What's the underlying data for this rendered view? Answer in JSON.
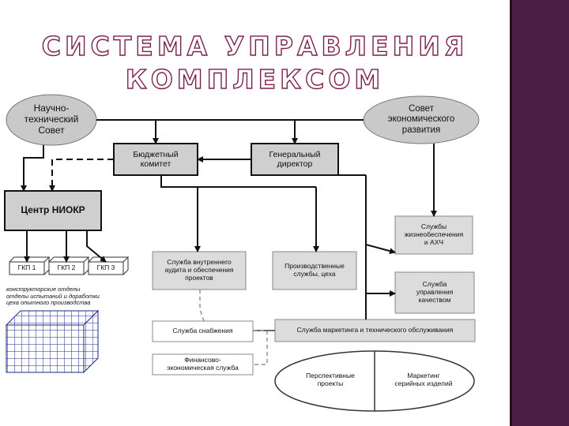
{
  "title": {
    "line1": "СИСТЕМА УПРАВЛЕНИЯ",
    "line2": "КОМПЛЕКСОМ"
  },
  "nodes": {
    "nts": "Научно-\nтехнический\nСовет",
    "ser": "Совет\nэкономического\nразвития",
    "budget": "Бюджетный\nкомитет",
    "gendir": "Генеральный\nдиректор",
    "niokr": "Центр НИОКР",
    "zhizn": "Службы\nжизнеобеспечения\nи АХЧ",
    "audit": "Служба внутреннего\nаудита и обеспечения\nпроектов",
    "proizv": "Производственные\nслужбы, цеха",
    "kachestvo": "Служба\nуправления\nкачеством",
    "snab": "Служба снабжения",
    "marketing": "Служба маркетинга и технического обслуживания",
    "fin": "Финансово-\nэкономическая служба",
    "persp": "Перспективные\nпроекты",
    "serial": "Маркетинг\nсерийных изделий"
  },
  "gkp": [
    "ГКП 1",
    "ГКП 2",
    "ГКП 3"
  ],
  "caption": "конструкторские отделы\nотделы испытаний и доработки\nцеха опытного производства"
}
